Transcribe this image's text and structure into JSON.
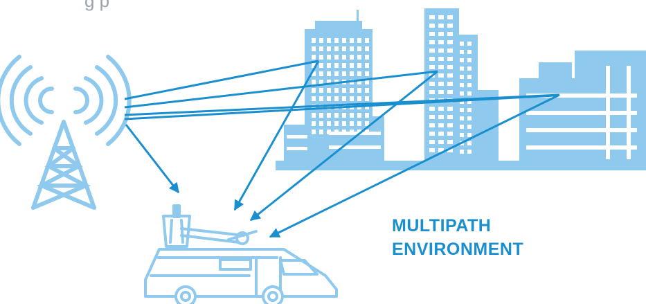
{
  "colors": {
    "building": "#8fcaee",
    "building_window": "#ffffff",
    "signal": "#1a8fcf",
    "tower": "#8fcaee",
    "truck": "#8fcaee",
    "label": "#1a8fcf"
  },
  "partial_top_text": "g          p",
  "label": {
    "line1": "MULTIPATH",
    "line2": "ENVIRONMENT"
  },
  "icons": [
    "cell-tower-icon",
    "office-buildings-icon",
    "bucket-truck-icon"
  ]
}
